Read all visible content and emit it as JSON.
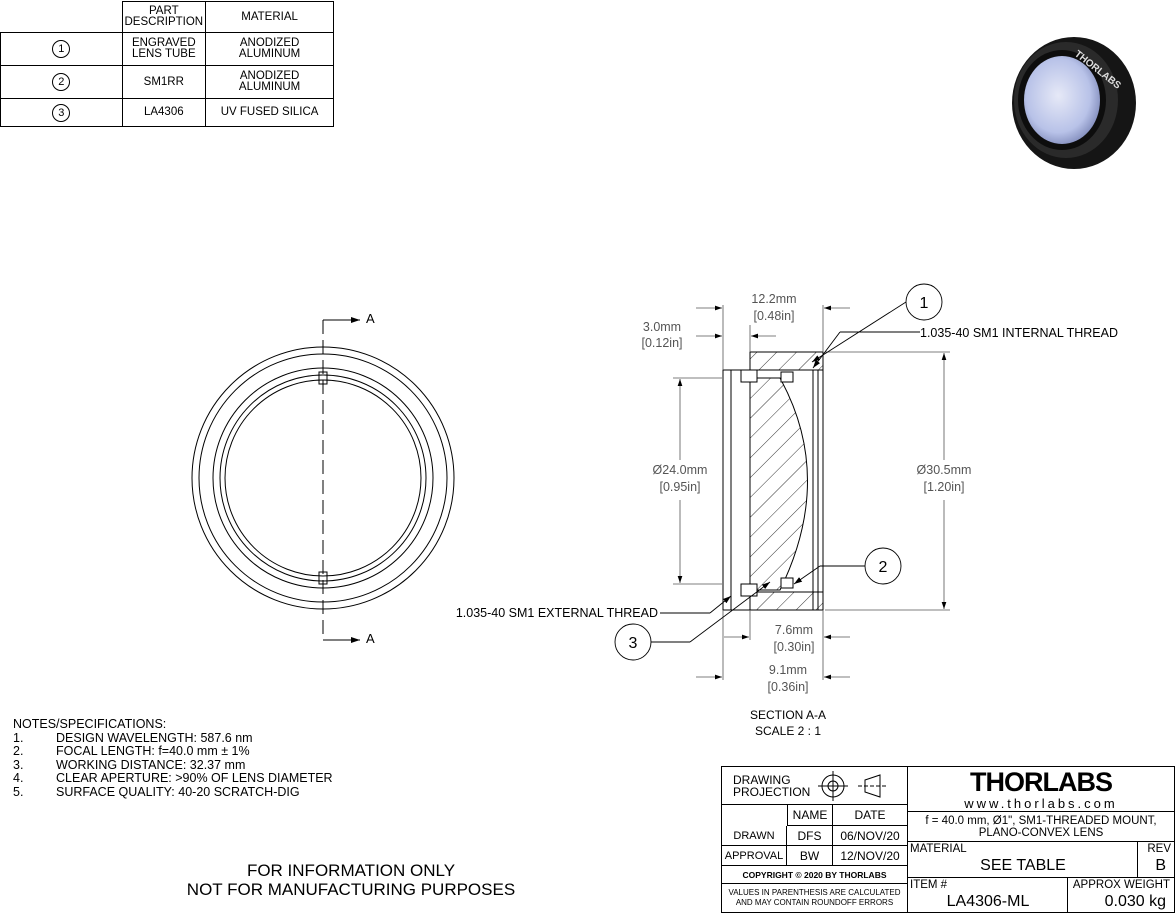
{
  "parts_table": {
    "headers": [
      "PART\nDESCRIPTION",
      "MATERIAL"
    ],
    "rows": [
      {
        "item": "1",
        "description": "ENGRAVED\nLENS TUBE",
        "material": "ANODIZED\nALUMINUM"
      },
      {
        "item": "2",
        "description": "SM1RR",
        "material": "ANODIZED\nALUMINUM"
      },
      {
        "item": "3",
        "description": "LA4306",
        "material": "UV FUSED SILICA"
      }
    ]
  },
  "section_marker": "A",
  "dims": {
    "length_mm": "12.2mm",
    "length_in": "[0.48in]",
    "flange_mm": "3.0mm",
    "flange_in": "[0.12in]",
    "inner_dia_mm": "Ø24.0mm",
    "inner_dia_in": "[0.95in]",
    "outer_dia_mm": "Ø30.5mm",
    "outer_dia_in": "[1.20in]",
    "d76_mm": "7.6mm",
    "d76_in": "[0.30in]",
    "d91_mm": "9.1mm",
    "d91_in": "[0.36in]"
  },
  "callouts": {
    "one": "1",
    "two": "2",
    "three": "3",
    "internal_thread": "1.035-40 SM1 INTERNAL THREAD",
    "external_thread": "1.035-40 SM1 EXTERNAL THREAD"
  },
  "section_label": {
    "line1": "SECTION A-A",
    "line2": "SCALE 2 : 1"
  },
  "notes": {
    "title": "NOTES/SPECIFICATIONS:",
    "items": [
      {
        "num": "1.",
        "text": "DESIGN WAVELENGTH: 587.6 nm"
      },
      {
        "num": "2.",
        "text": "FOCAL LENGTH: f=40.0 mm ± 1%"
      },
      {
        "num": "3.",
        "text": "WORKING DISTANCE: 32.37 mm"
      },
      {
        "num": "4.",
        "text": "CLEAR APERTURE: >90% OF LENS DIAMETER"
      },
      {
        "num": "5.",
        "text": "SURFACE QUALITY: 40-20 SCRATCH-DIG"
      }
    ]
  },
  "disclaimer": {
    "line1": "FOR INFORMATION ONLY",
    "line2": "NOT FOR MANUFACTURING PURPOSES"
  },
  "title_block": {
    "drawing_projection": "DRAWING\nPROJECTION",
    "name_header": "NAME",
    "date_header": "DATE",
    "drawn_label": "DRAWN",
    "drawn_name": "DFS",
    "drawn_date": "06/NOV/20",
    "approval_label": "APPROVAL",
    "approval_name": "BW",
    "approval_date": "12/NOV/20",
    "copyright": "COPYRIGHT © 2020 BY THORLABS",
    "values_note": "VALUES IN PARENTHESIS ARE CALCULATED\nAND MAY CONTAIN ROUNDOFF ERRORS",
    "logo": "THORLABS",
    "website": "www.thorlabs.com",
    "description": "f = 40.0 mm, Ø1\", SM1-THREADED MOUNT,\nPLANO-CONVEX LENS",
    "material_label": "MATERIAL",
    "material_value": "SEE TABLE",
    "rev_label": "REV",
    "rev_value": "B",
    "item_label": "ITEM #",
    "item_value": "LA4306-ML",
    "weight_label": "APPROX WEIGHT",
    "weight_value": "0.030 kg"
  },
  "colors": {
    "line": "#000000",
    "dim": "#555555",
    "lens_glass": "#b8c2e8",
    "tube": "#1a1a1a"
  }
}
